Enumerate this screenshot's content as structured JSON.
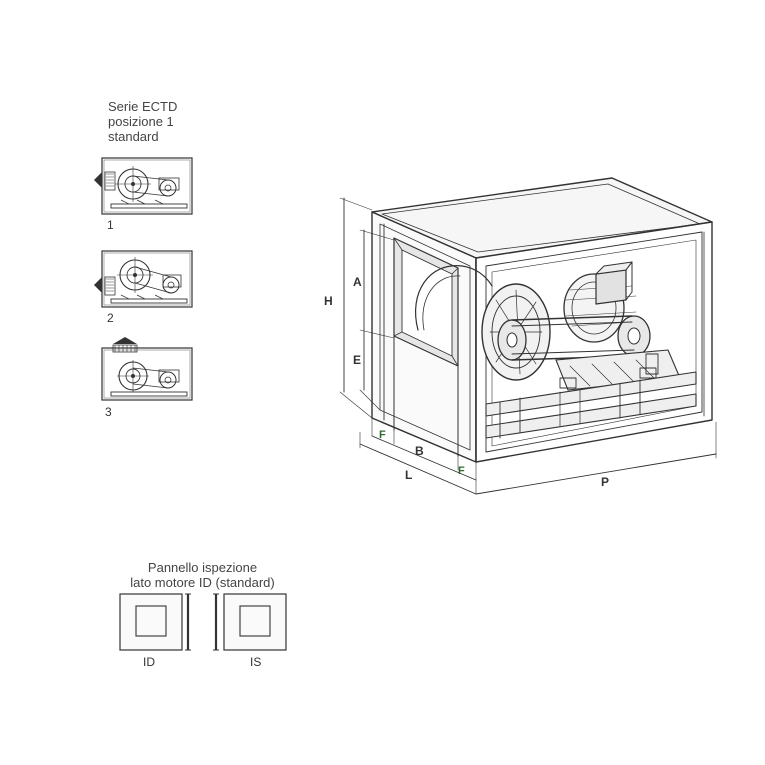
{
  "series_caption": {
    "line1": "Serie ECTD",
    "line2": "posizione 1",
    "line3": "standard"
  },
  "positions": [
    {
      "label": "1"
    },
    {
      "label": "2"
    },
    {
      "label": "3"
    }
  ],
  "dimensions": {
    "H": "H",
    "A": "A",
    "E": "E",
    "F_left": "F",
    "B": "B",
    "F_right": "F",
    "L": "L",
    "P": "P"
  },
  "panel": {
    "title_line1": "Pannello ispezione",
    "title_line2": "lato motore ID (standard)",
    "left_label": "ID",
    "right_label": "IS"
  }
}
